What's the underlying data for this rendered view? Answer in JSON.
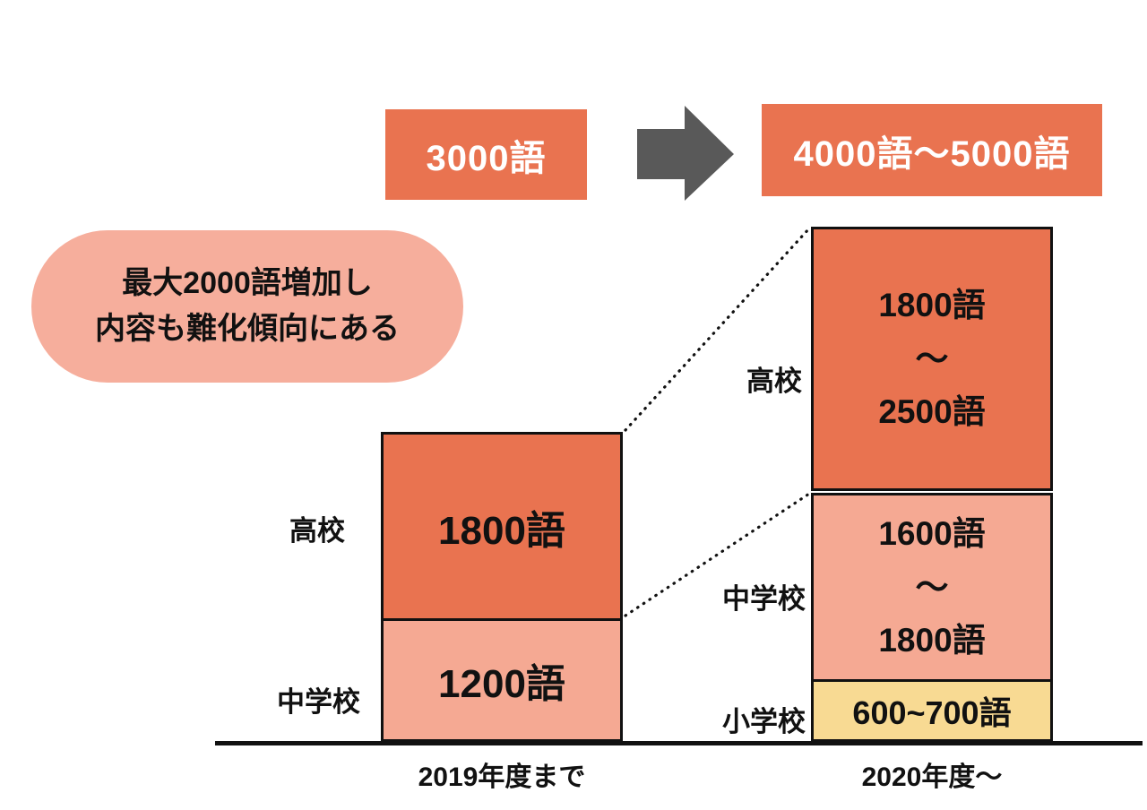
{
  "title_flow": {
    "before": "3000語",
    "after": "4000語〜5000語"
  },
  "callout": {
    "line1": "最大2000語増加し",
    "line2": "内容も難化傾向にある"
  },
  "bars": {
    "left": {
      "axis_label": "2019年度まで",
      "segments": [
        {
          "label": "高校",
          "value": "1800語"
        },
        {
          "label": "中学校",
          "value": "1200語"
        }
      ]
    },
    "right": {
      "axis_label": "2020年度〜",
      "segments": [
        {
          "label": "高校",
          "line1": "1800語",
          "line2": "〜",
          "line3": "2500語"
        },
        {
          "label": "中学校",
          "line1": "1600語",
          "line2": "〜",
          "line3": "1800語"
        },
        {
          "label": "小学校",
          "value": "600~700語"
        }
      ]
    }
  },
  "colors": {
    "orange": "#e97350",
    "pink": "#f5a993",
    "callout_pink": "#f6ae9c",
    "yellow": "#f8da93",
    "arrow_gray": "#595959",
    "ink": "#111111"
  },
  "chart_data": {
    "type": "bar",
    "subtype": "stacked_comparison",
    "title": "英単語数の変化(学習指導要領)",
    "categories": [
      "2019年度まで",
      "2020年度〜"
    ],
    "series": [
      {
        "name": "小学校",
        "values": [
          null,
          "600〜700"
        ],
        "color": "#f8da93"
      },
      {
        "name": "中学校",
        "values": [
          "1200",
          "1600〜1800"
        ],
        "color": "#f5a993"
      },
      {
        "name": "高校",
        "values": [
          "1800",
          "1800〜2500"
        ],
        "color": "#e97350"
      }
    ],
    "totals": [
      "3000語",
      "4000語〜5000語"
    ],
    "unit": "語",
    "annotation": "最大2000語増加し内容も難化傾向にある",
    "legend_position": "left-of-bars",
    "grid": false
  }
}
